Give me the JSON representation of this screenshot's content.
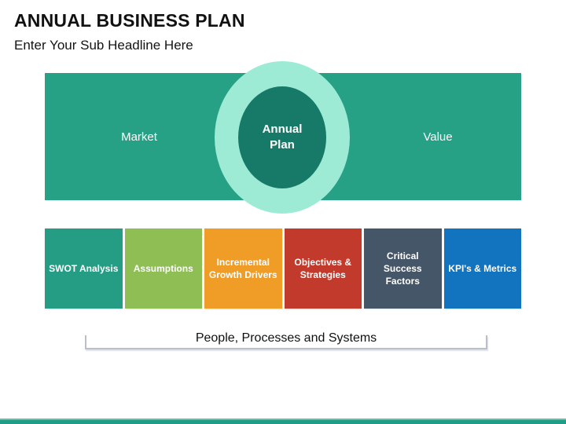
{
  "slide": {
    "title": "ANNUAL BUSINESS PLAN",
    "subtitle": "Enter Your Sub Headline Here"
  },
  "diagram": {
    "band": {
      "left_label": "Market",
      "right_label": "Value",
      "color": "#26a185"
    },
    "center": {
      "label": "Annual Plan",
      "ring_color": "#9debd5",
      "core_color": "#177a68"
    },
    "boxes": [
      {
        "label": "SWOT Analysis",
        "color": "#249d84"
      },
      {
        "label": "Assumptions",
        "color": "#8fbe55"
      },
      {
        "label": "Incremental Growth Drivers",
        "color": "#f09d28"
      },
      {
        "label": "Objectives & Strategies",
        "color": "#c13a2b"
      },
      {
        "label": "Critical Success Factors",
        "color": "#465669"
      },
      {
        "label": "KPI's & Metrics",
        "color": "#1273be"
      }
    ],
    "bracket": {
      "label": "People, Processes and Systems",
      "line_color": "#b9c0ca"
    },
    "footer_bar_color": "#1f9d85"
  }
}
